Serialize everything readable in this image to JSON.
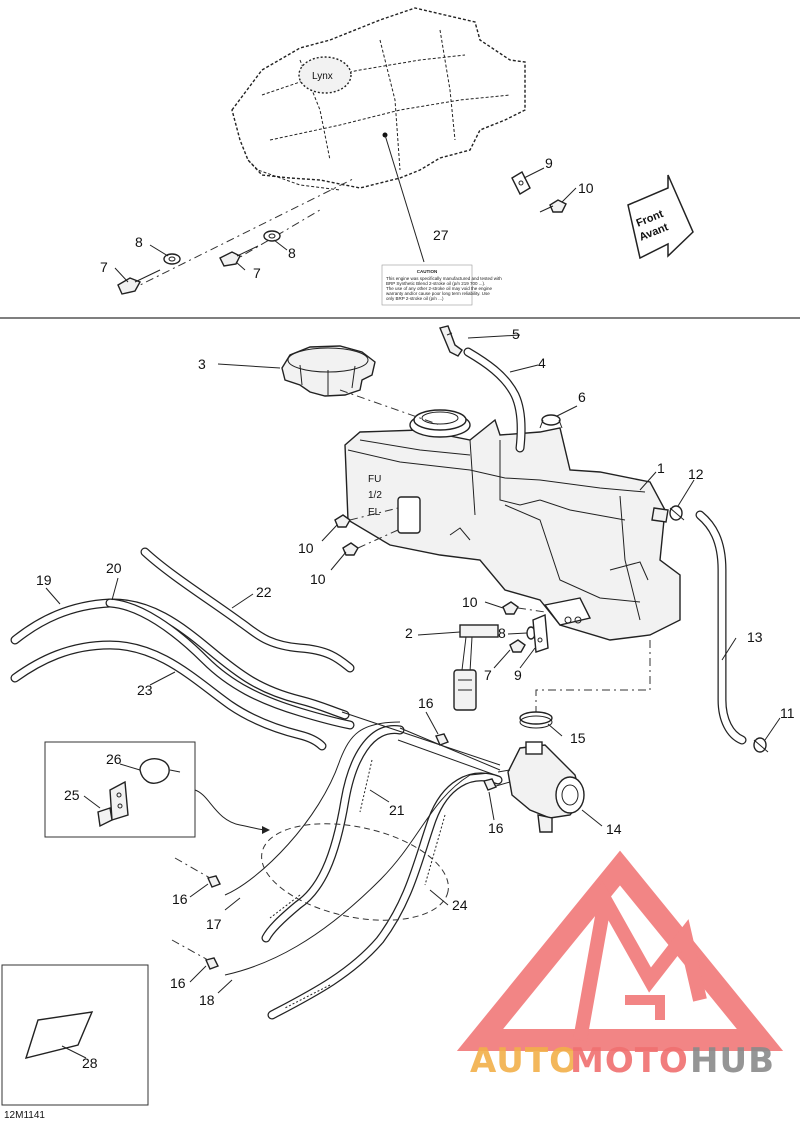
{
  "callouts": {
    "c1": "1",
    "c2": "2",
    "c3": "3",
    "c4": "4",
    "c5": "5",
    "c6": "6",
    "c7a": "7",
    "c7b": "7",
    "c7c": "7",
    "c8a": "8",
    "c8b": "8",
    "c8c": "8",
    "c9a": "9",
    "c9b": "9",
    "c10a": "10",
    "c10b": "10",
    "c10c": "10",
    "c10d": "10",
    "c11": "11",
    "c12": "12",
    "c13": "13",
    "c14": "14",
    "c15": "15",
    "c16a": "16",
    "c16b": "16",
    "c16c": "16",
    "c16d": "16",
    "c17": "17",
    "c18": "18",
    "c19": "19",
    "c20": "20",
    "c21": "21",
    "c22": "22",
    "c23": "23",
    "c24": "24",
    "c25": "25",
    "c26": "26",
    "c27": "27",
    "c28": "28"
  },
  "front_arrow": {
    "line1": "Front",
    "line2": "Avant"
  },
  "caution_label": {
    "title": "CAUTION",
    "lines": [
      "This engine was specifically manufactured and tested with",
      "BRP Synthetic Blend 2-stroke oil (p/n 219 700 ...).",
      "The use of any other 2-stroke oil may void the engine",
      "warranty and/or cause poor long term reliability. Use",
      "only BRP 2-stroke oil (p/n ...)"
    ]
  },
  "tank_logo": "Lynx",
  "diagram_code": "12M1141",
  "watermark": {
    "part1": "AUTO",
    "part2": "MOTO",
    "part3": "HUB"
  },
  "colors": {
    "watermark_red": "#f07070",
    "watermark_orange": "#f2b04a",
    "watermark_gray": "#8a8a8a"
  }
}
